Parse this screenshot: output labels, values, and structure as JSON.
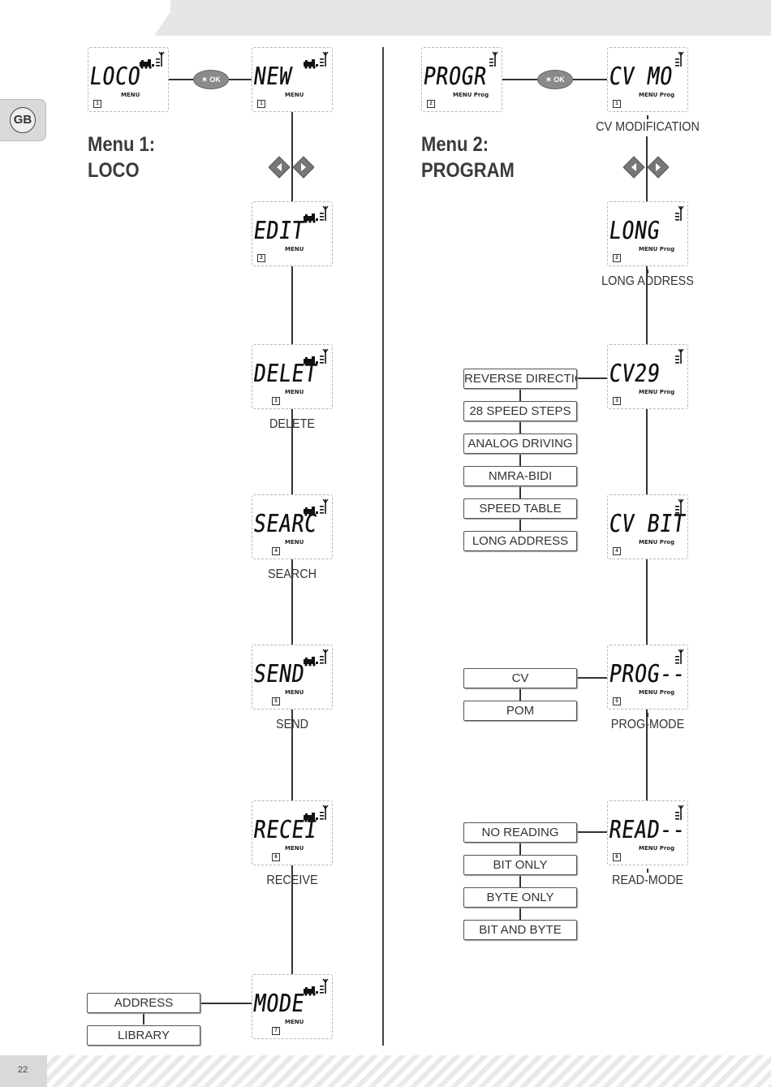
{
  "header": {
    "lang_badge": "GB"
  },
  "menu1": {
    "title_line1": "Menu 1:",
    "title_line2": "LOCO",
    "ok_button": "✶ OK",
    "screens": [
      {
        "display": "LOCO",
        "menu": "MENU",
        "num": "1",
        "caption": ""
      },
      {
        "display": "NEW",
        "menu": "MENU",
        "num": "1",
        "caption": ""
      },
      {
        "display": "EDIT",
        "menu": "MENU",
        "num": "2",
        "caption": ""
      },
      {
        "display": "DELET",
        "menu": "MENU",
        "num": "3",
        "caption": "DELETE"
      },
      {
        "display": "SEARC",
        "menu": "MENU",
        "num": "4",
        "caption": "SEARCH"
      },
      {
        "display": "SEND",
        "menu": "MENU",
        "num": "5",
        "caption": "SEND"
      },
      {
        "display": "RECEI",
        "menu": "MENU",
        "num": "6",
        "caption": "RECEIVE"
      },
      {
        "display": "MODE",
        "menu": "MENU",
        "num": "7",
        "caption": ""
      }
    ],
    "mode_options": [
      "ADDRESS",
      "LIBRARY"
    ]
  },
  "menu2": {
    "title_line1": "Menu 2:",
    "title_line2": "PROGRAM",
    "ok_button": "✶ OK",
    "screens": [
      {
        "display": "PROGR",
        "menu": "MENU  Prog",
        "num": "2",
        "caption": ""
      },
      {
        "display": "CV MO",
        "menu": "MENU  Prog",
        "num": "1",
        "caption": "CV MODIFICATION"
      },
      {
        "display": "LONG",
        "menu": "MENU  Prog",
        "num": "2",
        "caption": "LONG ADDRESS"
      },
      {
        "display": "CV29",
        "menu": "MENU  Prog",
        "num": "3",
        "caption": ""
      },
      {
        "display": "CV BIT",
        "menu": "MENU  Prog",
        "num": "4",
        "caption": ""
      },
      {
        "display": "PROG--",
        "menu": "MENU  Prog",
        "num": "5",
        "caption": "PROG-MODE"
      },
      {
        "display": "READ--",
        "menu": "MENU  Prog",
        "num": "6",
        "caption": "READ-MODE"
      }
    ],
    "cv29_options": [
      "REVERSE DIRECTION",
      "28 SPEED STEPS",
      "ANALOG DRIVING",
      "NMRA-BIDI",
      "SPEED TABLE",
      "LONG ADDRESS"
    ],
    "prog_mode_options": [
      "CV",
      "POM"
    ],
    "read_mode_options": [
      "NO READING",
      "BIT ONLY",
      "BYTE ONLY",
      "BIT AND BYTE"
    ]
  },
  "footer": {
    "page_number": "22"
  }
}
